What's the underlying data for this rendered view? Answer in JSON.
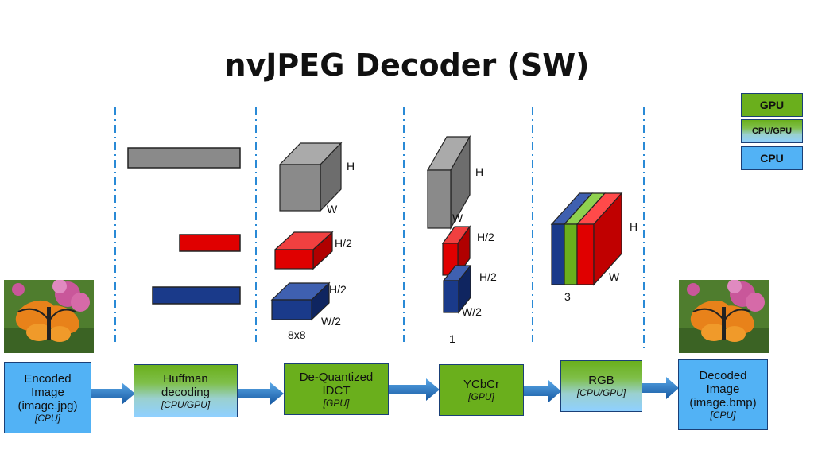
{
  "title": "nvJPEG Decoder (SW)",
  "legend": {
    "gpu": "GPU",
    "cpu_gpu": "CPU/GPU",
    "cpu": "CPU"
  },
  "stages": {
    "encoded": {
      "line1": "Encoded",
      "line2": "Image",
      "line3": "(image.jpg)",
      "tag": "[CPU]"
    },
    "huffman": {
      "line1": "Huffman",
      "line2": "decoding",
      "tag": "[CPU/GPU]"
    },
    "idct": {
      "line1": "De-Quantized",
      "line2": "IDCT",
      "tag": "[GPU]"
    },
    "ycbcr": {
      "line1": "YCbCr",
      "tag": "[GPU]"
    },
    "rgb": {
      "line1": "RGB",
      "tag": "[CPU/GPU]"
    },
    "decoded": {
      "line1": "Decoded",
      "line2": "Image",
      "line3": "(image.bmp)",
      "tag": "[CPU]"
    }
  },
  "dims": {
    "h": "H",
    "w": "W",
    "h2": "H/2",
    "w2": "W/2",
    "block": "8x8",
    "one": "1",
    "three": "3"
  },
  "colors": {
    "gpu": "#6aaf1c",
    "cpu": "#52b2f5",
    "gray": "#8a8a8a",
    "red": "#e00000",
    "blue": "#1a3a8a",
    "green": "#6aaf1c",
    "arrow": "#1f6fb8"
  }
}
